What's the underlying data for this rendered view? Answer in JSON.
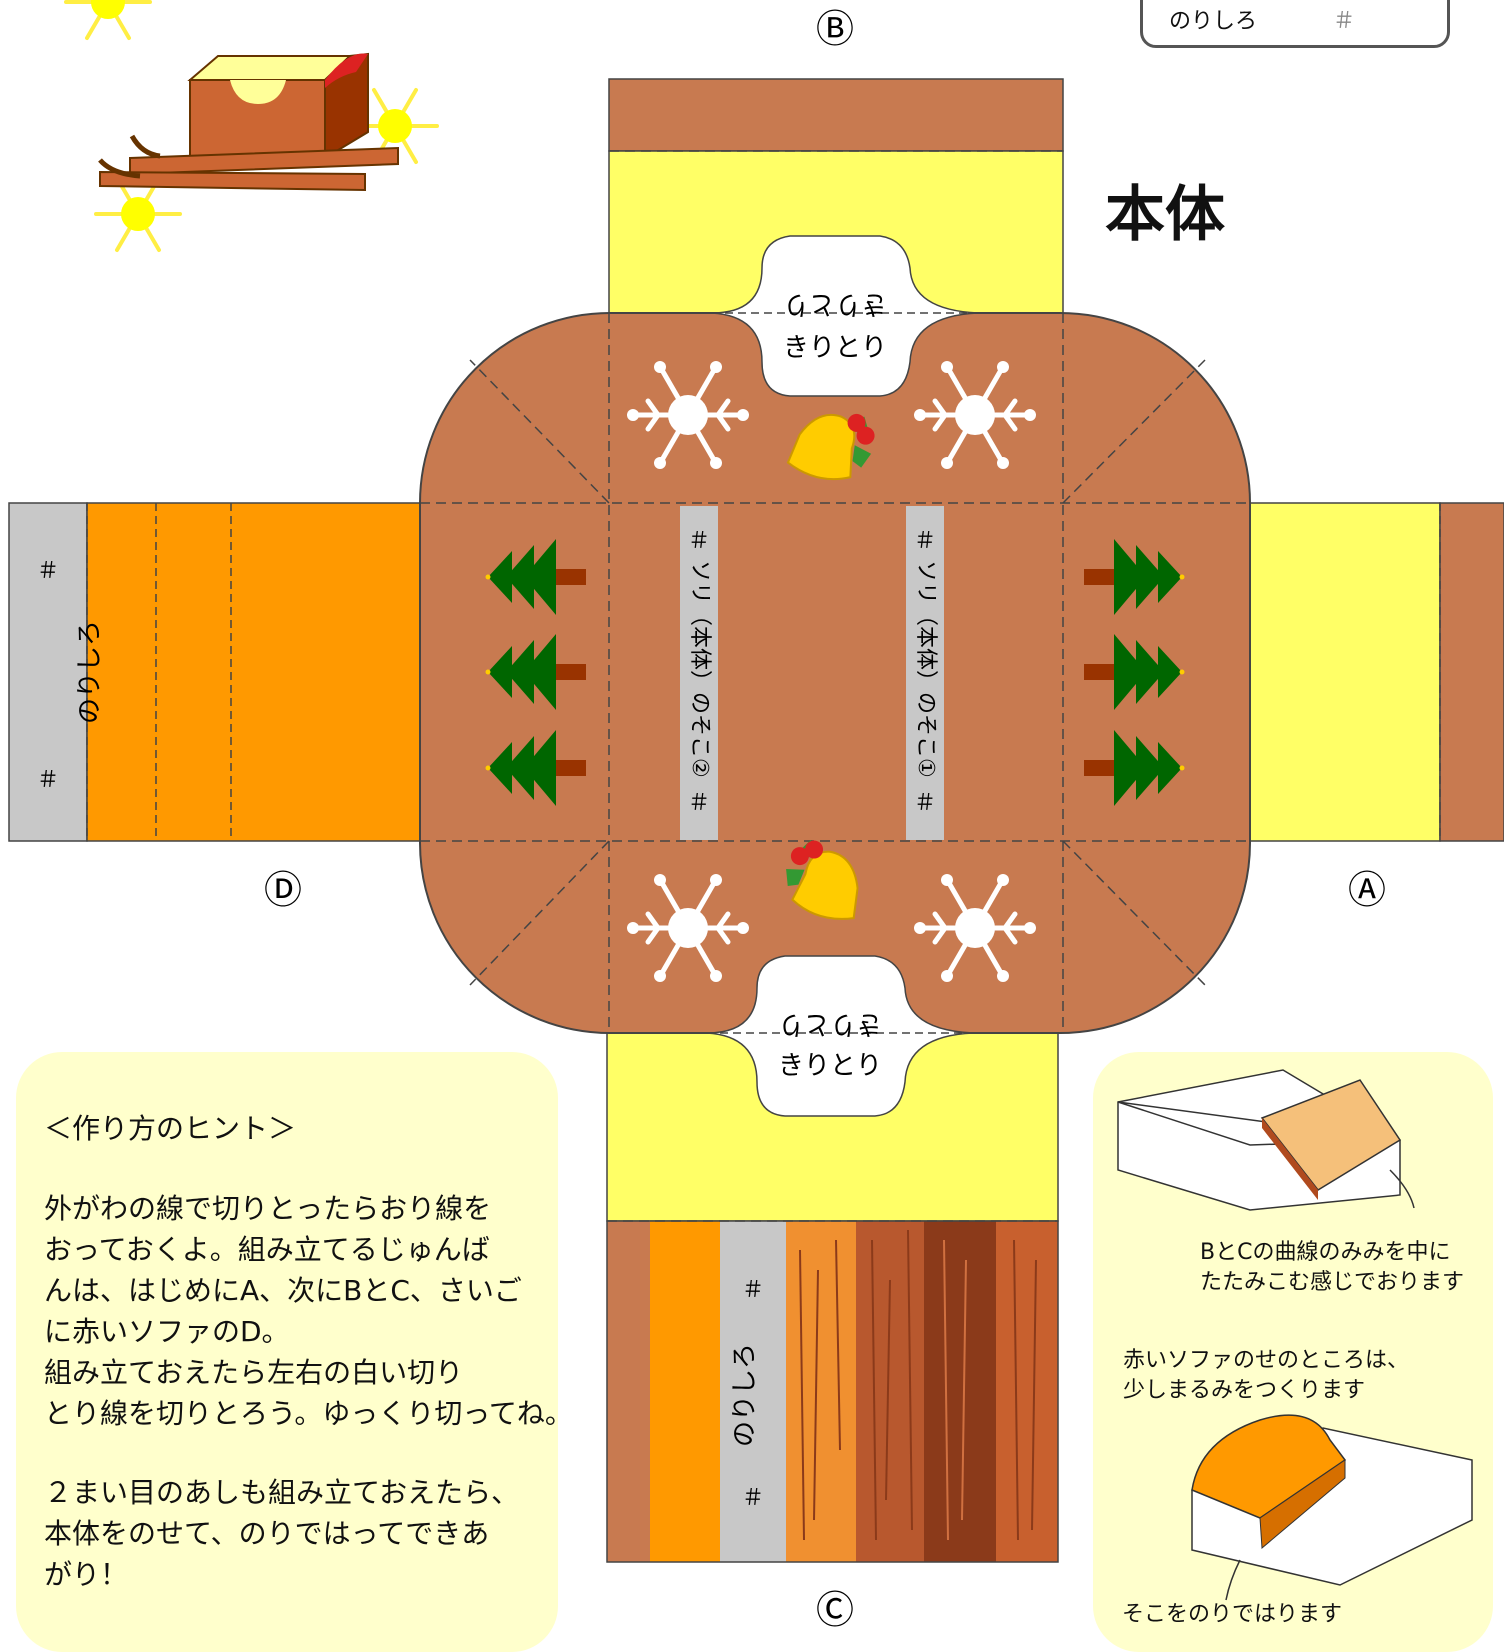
{
  "title": "本体",
  "legend": {
    "label": "のりしろ",
    "mark": "＃"
  },
  "markers": {
    "a": "Ⓐ",
    "b": "Ⓑ",
    "c": "Ⓒ",
    "d": "Ⓓ"
  },
  "tabs": {
    "glue_label": "のりしろ",
    "hash": "＃",
    "cut_upside": "きりとり",
    "cut": "きりとり",
    "bottom1": "ソリ（本体）のそこ①",
    "bottom2": "ソリ（本体）のそこ②"
  },
  "hint": {
    "heading": "＜作り方のヒント＞",
    "p1": "外がわの線で切りとったらおり線を\nおっておくよ。組み立てるじゅんば\nんは、はじめにA、次にBとC、さいご\nに赤いソファのD。\n組み立ておえたら左右の白い切り\nとり線を切りとろう。ゆっくり切ってね。",
    "p2": "２まい目のあしも組み立ておえたら、\n本体をのせて、のりではってできあ\nがり！"
  },
  "tips": {
    "t1": "BとCの曲線のみみを中に\nたたみこむ感じでおります",
    "t2": "赤いソファのせのところは、\n少しまるみをつくります",
    "t3": "そこをのりではります"
  },
  "colors": {
    "brown": "#c87a50",
    "yellow": "#ffff66",
    "orange": "#ff9900",
    "gray": "#c8c8c8",
    "tree": "#006600",
    "bell": "#ffcc00"
  }
}
